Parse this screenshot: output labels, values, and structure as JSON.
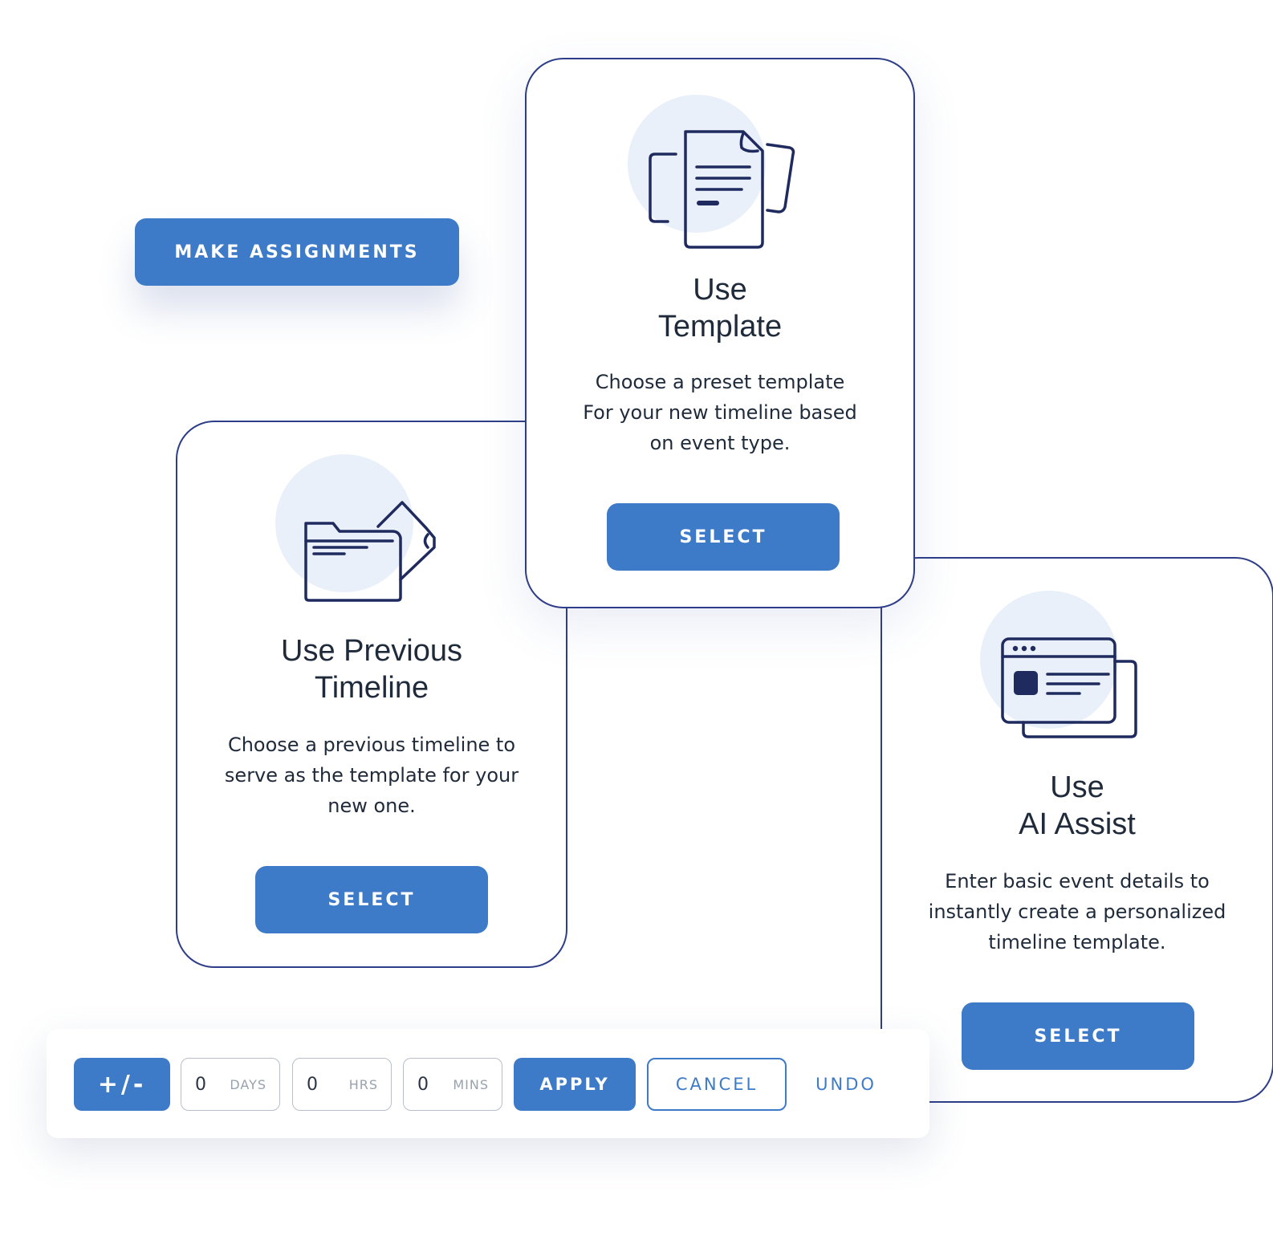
{
  "make_assignments_label": "MAKE ASSIGNMENTS",
  "cards": {
    "template": {
      "title_line1": "Use",
      "title_line2": "Template",
      "desc_line1": "Choose a preset template",
      "desc_line2": "For your new timeline based",
      "desc_line3": "on event type.",
      "button": "SELECT",
      "icon": "documents-icon"
    },
    "previous": {
      "title_line1": "Use Previous",
      "title_line2": "Timeline",
      "desc_line1": "Choose a previous timeline to",
      "desc_line2": "serve as the template for your",
      "desc_line3": "new one.",
      "button": "SELECT",
      "icon": "folder-icon"
    },
    "ai": {
      "title_line1": "Use",
      "title_line2": "AI Assist",
      "desc_line1": "Enter basic event details to",
      "desc_line2": "instantly create a personalized",
      "desc_line3": "timeline template.",
      "button": "SELECT",
      "icon": "browser-window-icon"
    }
  },
  "toolbar": {
    "toggle_label": "+/-",
    "days": {
      "value": "0",
      "unit": "DAYS"
    },
    "hrs": {
      "value": "0",
      "unit": "HRS"
    },
    "mins": {
      "value": "0",
      "unit": "MINS"
    },
    "apply_label": "APPLY",
    "cancel_label": "CANCEL",
    "undo_label": "UNDO"
  },
  "colors": {
    "accent": "#3d7ac7",
    "card_border": "#2d3d87",
    "icon_stroke": "#1f2a5e",
    "icon_bg": "#e9f0f9"
  }
}
